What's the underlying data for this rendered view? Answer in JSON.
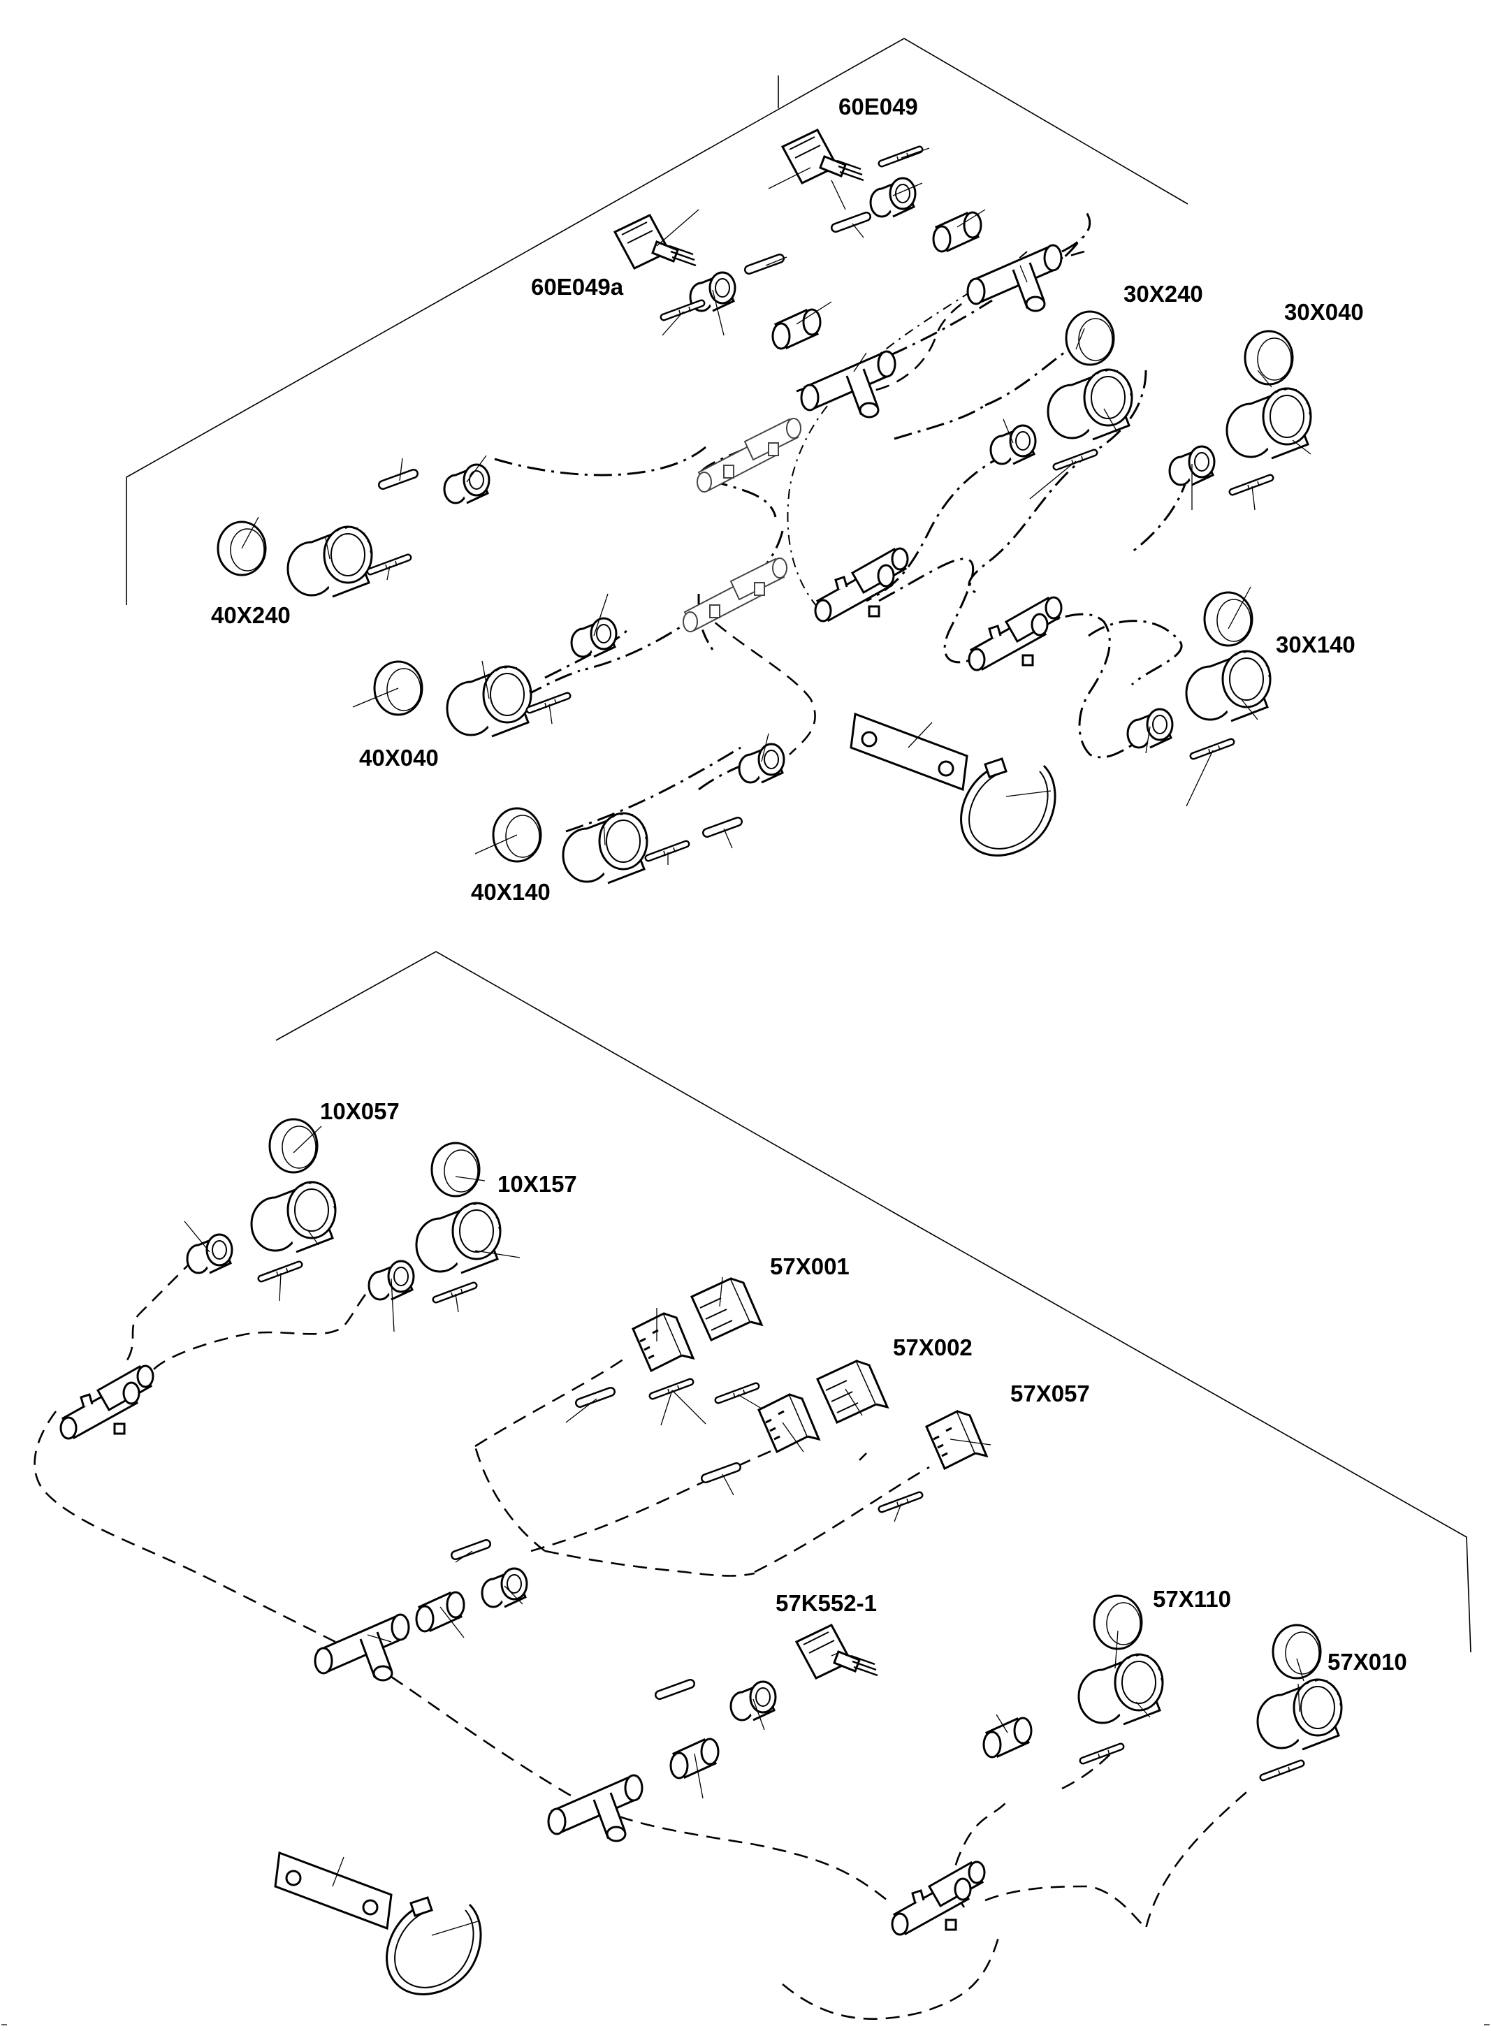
{
  "labels": {
    "c60E049": "60E049",
    "c60E049a": "60E049a",
    "c30X240": "30X240",
    "c30X040": "30X040",
    "c30X140": "30X140",
    "c40X240": "40X240",
    "c40X040": "40X040",
    "c40X140": "40X140",
    "c10X057": "10X057",
    "c10X157": "10X157",
    "c57X001": "57X001",
    "c57X002": "57X002",
    "c57X057": "57X057",
    "c57K552": "57K552-1",
    "c57X110": "57X110",
    "c57X010": "57X010"
  }
}
